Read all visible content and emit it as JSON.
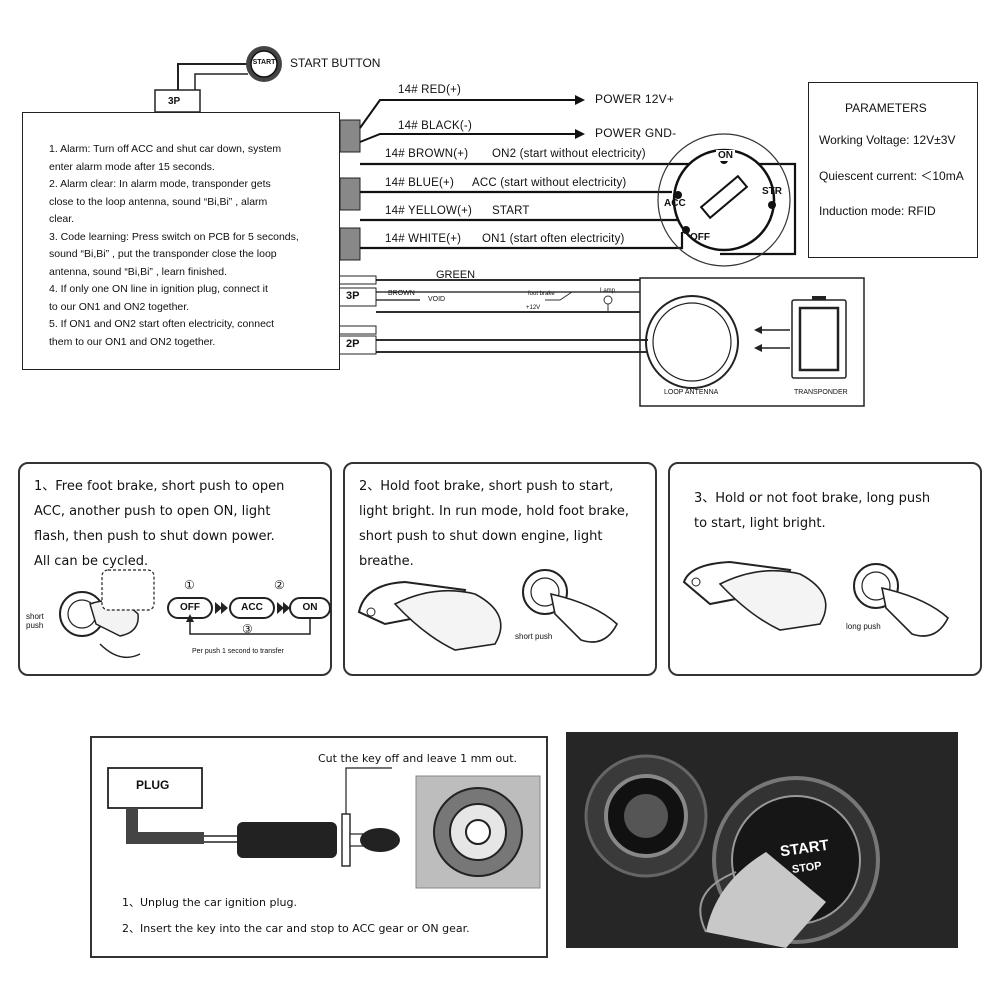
{
  "wiring": {
    "start_button_label": "START BUTTON",
    "start_button_cap": "START",
    "connector_top": "3P",
    "connector_mid": "3P",
    "connector_bottom": "2P",
    "instructions": [
      "1. Alarm: Turn off ACC and shut car down, system",
      "enter alarm mode after 15 seconds.",
      "2. Alarm clear: In alarm mode, transponder gets",
      "close to the loop antenna, sound “Bi,Bi” , alarm",
      "clear.",
      "3. Code learning: Press switch on PCB for 5 seconds,",
      "sound “Bi,Bi” , put the transponder close the loop",
      "antenna, sound “Bi,Bi” , learn finished.",
      "4. If only one ON line in ignition plug, connect it",
      "to our ON1 and ON2 together.",
      "5. If ON1 and ON2 start often electricity, connect",
      "them to our ON1 and ON2 together."
    ],
    "wires": [
      {
        "label": "14# RED(+)",
        "dest": "POWER 12V+"
      },
      {
        "label": "14# BLACK(-)",
        "dest": "POWER GND-"
      },
      {
        "label": "14# BROWN(+)",
        "dest": "ON2 (start without electricity)"
      },
      {
        "label": "14# BLUE(+)",
        "dest": "ACC (start without electricity)"
      },
      {
        "label": "14# YELLOW(+)",
        "dest": "START"
      },
      {
        "label": "14# WHITE(+)",
        "dest": "ON1 (start often electricity)"
      }
    ],
    "green_label": "GREEN",
    "brown_label": "BROWN",
    "void_label": "VOID",
    "foot_brake_label": "foot brake",
    "plus12_label": "+12V",
    "lamp_label": "Lamp",
    "ignition": {
      "on": "ON",
      "acc": "ACC",
      "str": "STR",
      "off": "OFF"
    },
    "loop_antenna_label": "LOOP ANTENNA",
    "transponder_label": "TRANSPONDER"
  },
  "parameters": {
    "title": "PARAMETERS",
    "voltage": "Working Voltage: 12V±3V",
    "current": "Quiescent current: ＜10mA",
    "mode": "Induction mode: RFID"
  },
  "steps": [
    {
      "lines": [
        "1、Free foot brake, short push to open",
        "ACC, another push to open ON, light",
        "flash, then push to shut down power.",
        "All can be cycled."
      ],
      "state_off": "OFF",
      "state_acc": "ACC",
      "state_on": "ON",
      "n1": "①",
      "n2": "②",
      "n3": "③",
      "caption": "Per push 1 second to transfer",
      "push_label": "short push"
    },
    {
      "lines": [
        "2、Hold foot brake, short push to start,",
        "light bright. In run mode, hold foot brake,",
        "short push to shut down engine, light",
        "breathe."
      ],
      "push_label": "short push"
    },
    {
      "lines": [
        "3、Hold or not foot brake, long push",
        "to start, light bright."
      ],
      "push_label": "long push"
    }
  ],
  "install": {
    "plug_label": "PLUG",
    "cut_note": "Cut the key off and leave 1 mm out.",
    "step1": "1、Unplug the car ignition plug.",
    "step2": "2、Insert the key into the car and stop to ACC gear or ON gear."
  },
  "photo": {
    "start": "START",
    "stop": "STOP"
  }
}
